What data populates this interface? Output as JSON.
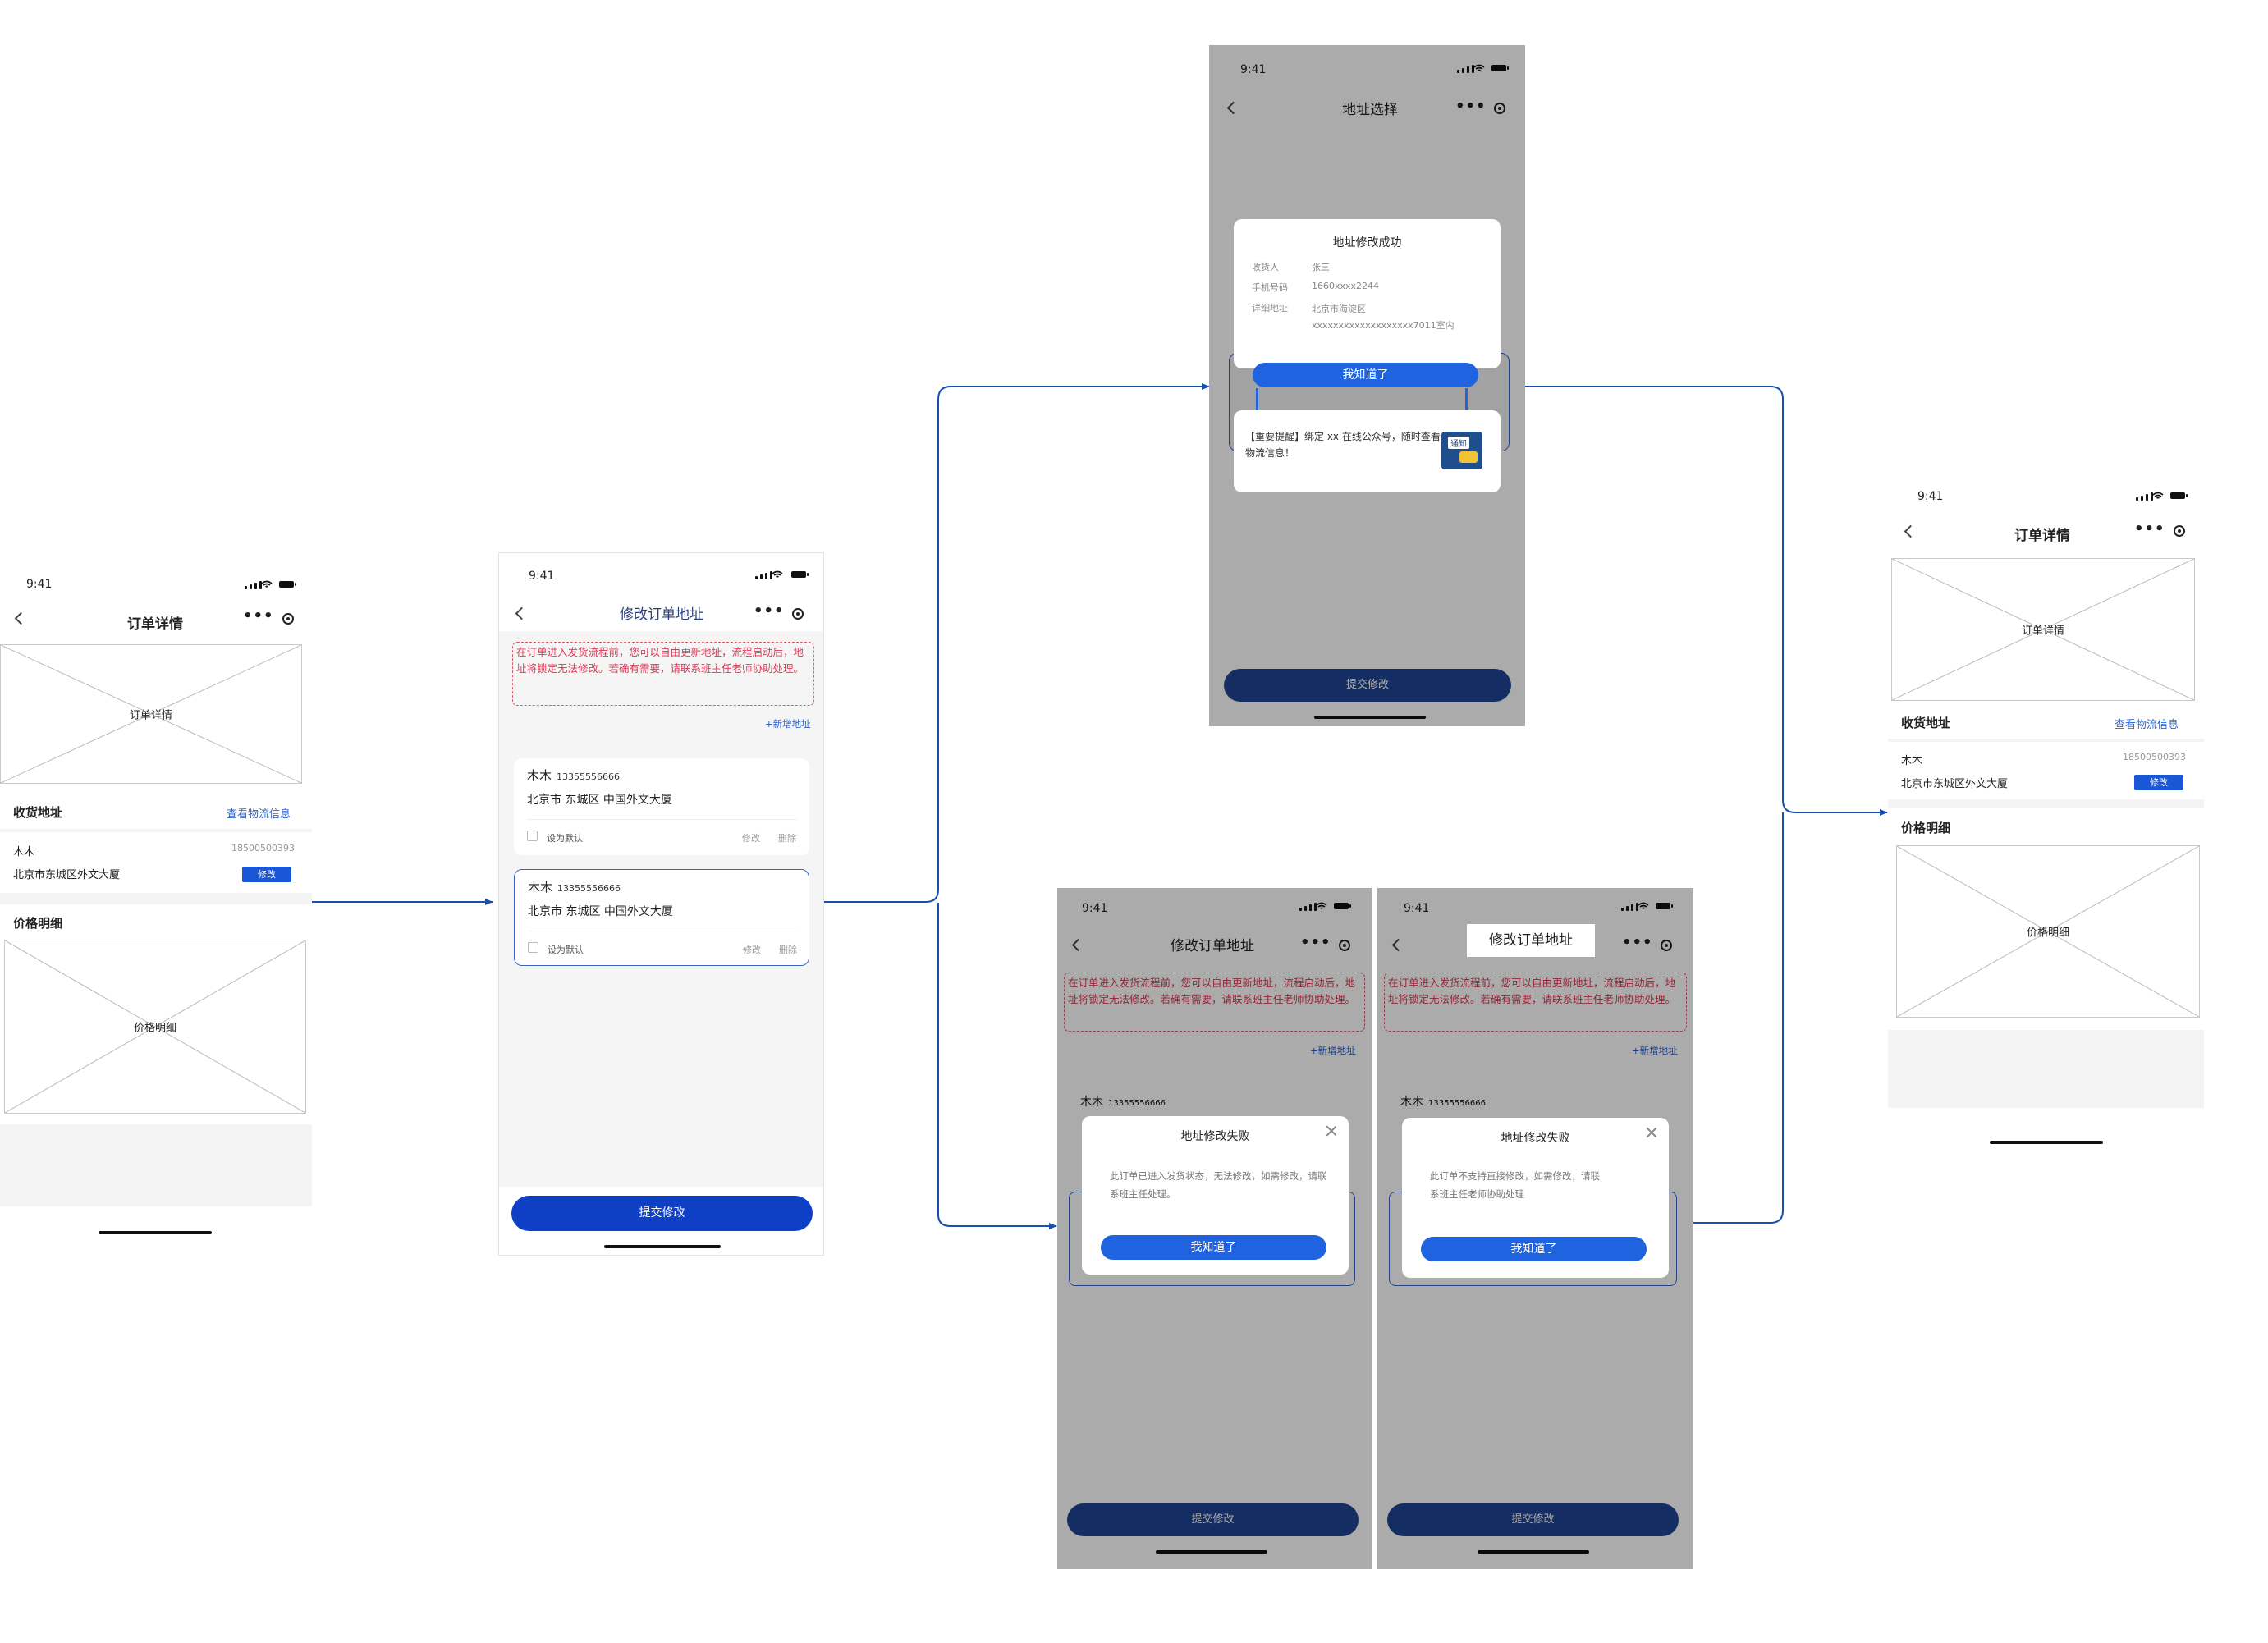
{
  "status_time": "9:41",
  "screens": {
    "order_detail": {
      "title": "订单详情",
      "placeholder_top": "订单详情",
      "section_address": "收货地址",
      "logistics_link": "查看物流信息",
      "contact_name": "木木",
      "contact_phone": "18500500393",
      "address": "北京市东城区外文大厦",
      "edit_button": "修改",
      "section_price": "价格明细",
      "placeholder_price": "价格明细"
    },
    "edit_address": {
      "title": "修改订单地址",
      "notice": "在订单进入发货流程前，您可以自由更新地址，流程启动后，地址将锁定无法修改。若确有需要，请联系班主任老师协助处理。",
      "add_new": "+新增地址",
      "cards": [
        {
          "name": "木木",
          "phone": "13355556666",
          "address": "北京市 东城区 中国外文大厦",
          "set_default": "设为默认",
          "edit": "修改",
          "delete": "删除"
        },
        {
          "name": "木木",
          "phone": "13355556666",
          "address": "北京市 东城区 中国外文大厦",
          "set_default": "设为默认",
          "edit": "修改",
          "delete": "删除"
        }
      ],
      "submit": "提交修改"
    },
    "address_select": {
      "title": "地址选择",
      "success_title": "地址修改成功",
      "fields": [
        {
          "label": "收货人",
          "value": "张三"
        },
        {
          "label": "手机号码",
          "value": "1660xxxx2244"
        },
        {
          "label": "详细地址",
          "value": "北京市海淀区xxxxxxxxxxxxxxxxxxx7011室内"
        }
      ],
      "ok_button": "我知道了",
      "reminder": "【重要提醒】绑定 xx 在线公众号，随时查看物流信息！",
      "reminder_img": "通知",
      "submit": "提交修改"
    },
    "fail_1": {
      "title": "修改订单地址",
      "modal_title": "地址修改失败",
      "modal_text": "此订单已进入发货状态，无法修改，如需修改，请联系班主任处理。",
      "ok_button": "我知道了",
      "submit": "提交修改"
    },
    "fail_2": {
      "title": "修改订单地址",
      "modal_title": "地址修改失败",
      "modal_text": "此订单不支持直接修改，如需修改，请联系班主任老师协助处理",
      "ok_button": "我知道了",
      "submit": "提交修改"
    }
  },
  "colors": {
    "primary": "#1a57d6",
    "submit_dark": "#1e4594",
    "notice": "#d93a56",
    "arrow": "#1a4fb0"
  }
}
